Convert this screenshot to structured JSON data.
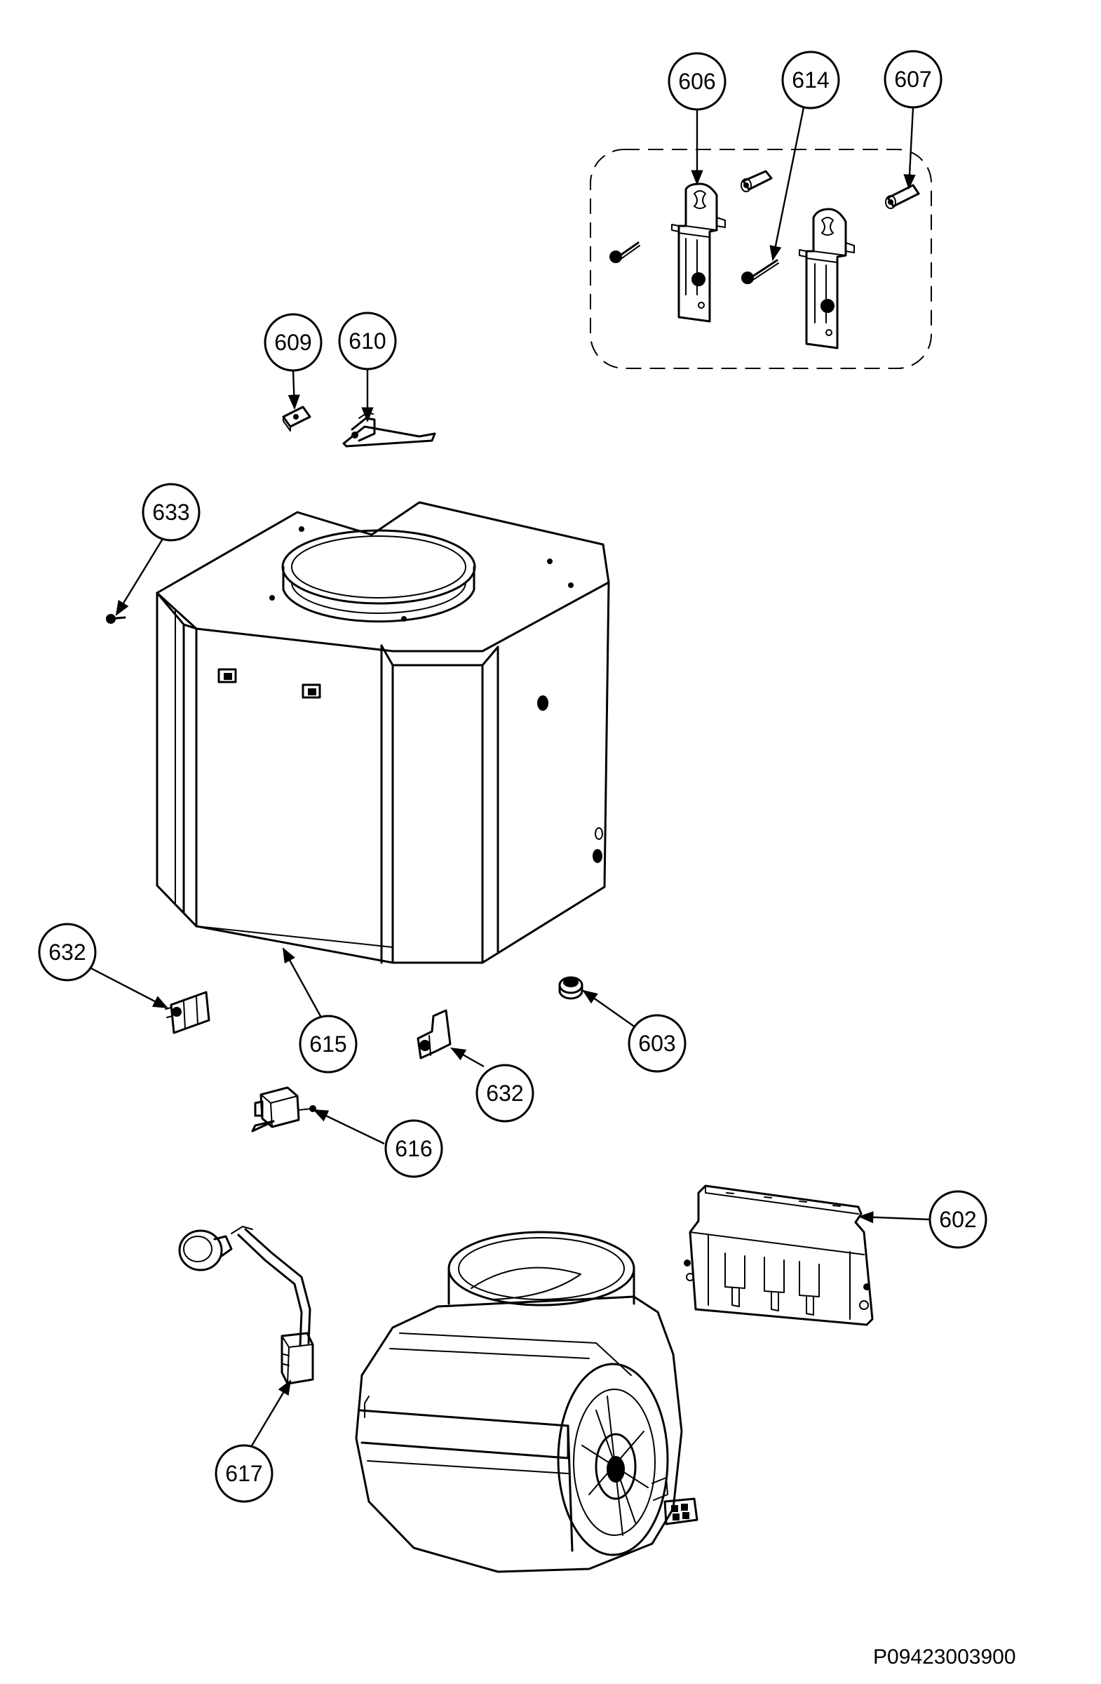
{
  "drawing_code": "P09423003900",
  "callouts": [
    {
      "id": "c606",
      "label": "606"
    },
    {
      "id": "c614",
      "label": "614"
    },
    {
      "id": "c607",
      "label": "607"
    },
    {
      "id": "c609",
      "label": "609"
    },
    {
      "id": "c610",
      "label": "610"
    },
    {
      "id": "c633",
      "label": "633"
    },
    {
      "id": "c632a",
      "label": "632"
    },
    {
      "id": "c615",
      "label": "615"
    },
    {
      "id": "c632b",
      "label": "632"
    },
    {
      "id": "c603",
      "label": "603"
    },
    {
      "id": "c616",
      "label": "616"
    },
    {
      "id": "c602",
      "label": "602"
    },
    {
      "id": "c617",
      "label": "617"
    }
  ]
}
